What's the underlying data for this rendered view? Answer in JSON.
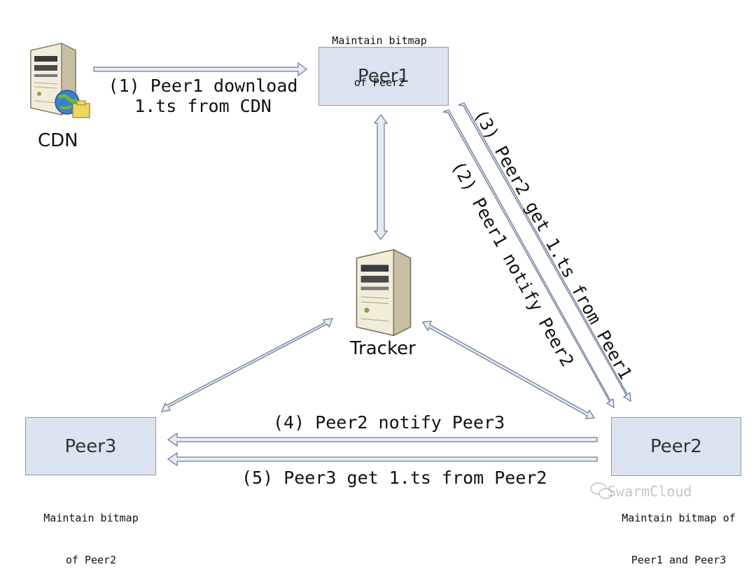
{
  "nodes": {
    "peer1": "Peer1",
    "peer2": "Peer2",
    "peer3": "Peer3",
    "cdn": "CDN",
    "tracker": "Tracker"
  },
  "notes": {
    "peer1": [
      "Maintain bitmap",
      "of Peer2"
    ],
    "peer3": [
      "Maintain bitmap",
      "of Peer2"
    ],
    "peer2": [
      "Maintain bitmap of",
      "Peer1 and Peer3"
    ]
  },
  "steps": {
    "step1": [
      "(1) Peer1 download",
      "1.ts from CDN"
    ],
    "step2": "(2) Peer1 notify Peer2",
    "step3": "(3) Peer2 get 1.ts from Peer1",
    "step4": "(4) Peer2 notify Peer3",
    "step5": "(5) Peer3 get 1.ts from Peer2"
  },
  "watermark": "SwarmCloud",
  "colors": {
    "box_fill": "#dbe4f0",
    "box_border": "#8a9ab2",
    "arrow_fill": "#e6ecf5",
    "arrow_stroke": "#6f7f99"
  }
}
